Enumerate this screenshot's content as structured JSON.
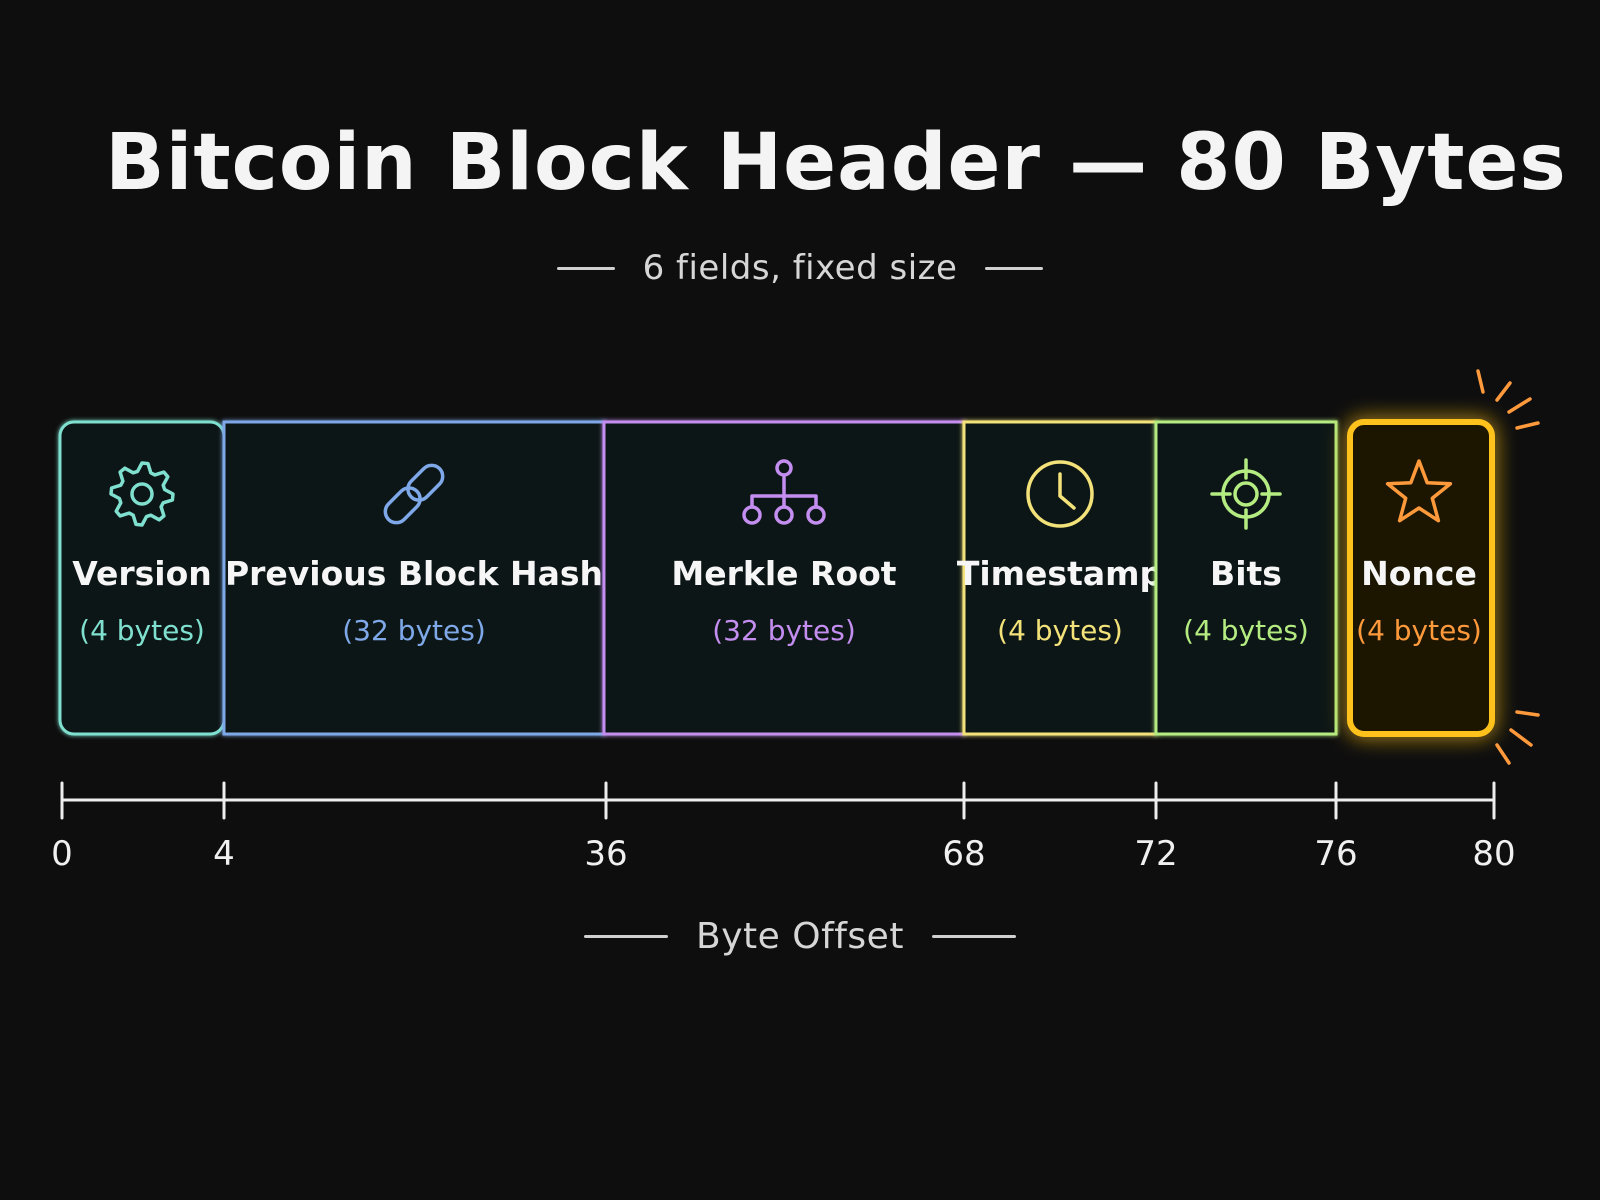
{
  "title": "Bitcoin Block Header — 80 Bytes",
  "subtitle": "6 fields, fixed size",
  "axis_label": "Byte Offset",
  "fields": [
    {
      "name": "Version",
      "size_label": "(4 bytes)",
      "start": 0,
      "end": 4,
      "color": "#7fe0cf",
      "icon": "gear-icon"
    },
    {
      "name": "Previous Block Hash",
      "size_label": "(32 bytes)",
      "start": 4,
      "end": 36,
      "color": "#7ea8e8",
      "icon": "chain-link-icon"
    },
    {
      "name": "Merkle Root",
      "size_label": "(32 bytes)",
      "start": 36,
      "end": 68,
      "color": "#c48ef0",
      "icon": "tree-hierarchy-icon"
    },
    {
      "name": "Timestamp",
      "size_label": "(4 bytes)",
      "start": 68,
      "end": 72,
      "color": "#f3e27a",
      "icon": "clock-icon"
    },
    {
      "name": "Bits",
      "size_label": "(4 bytes)",
      "start": 72,
      "end": 76,
      "color": "#b4ec82",
      "icon": "target-crosshair-icon"
    },
    {
      "name": "Nonce",
      "size_label": "(4 bytes)",
      "start": 76,
      "end": 80,
      "color": "#ff9a3c",
      "icon": "star-icon",
      "highlight_color": "#ffc21a"
    }
  ],
  "ticks": [
    "0",
    "4",
    "36",
    "68",
    "72",
    "76",
    "80"
  ]
}
